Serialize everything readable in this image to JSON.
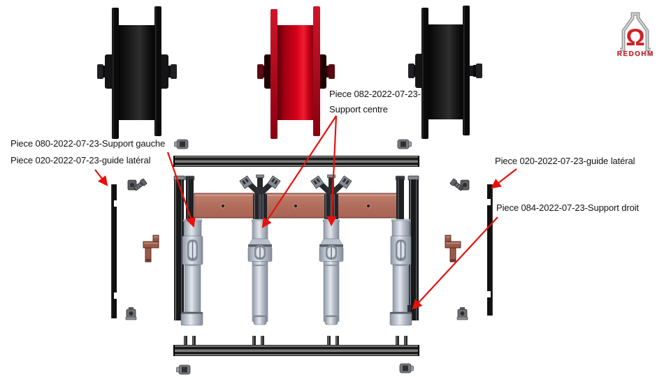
{
  "page": {
    "background": "#ffffff",
    "description": "Exploded CAD assembly drawing of a three-spool filament holder with callout labels"
  },
  "callouts": {
    "support_gauche": "Piece 080-2022-07-23-Support gauche",
    "guide_lateral_left": "Piece 020-2022-07-23-guide latéral",
    "support_centre_line1": "Piece 082-2022-07-23-",
    "support_centre_line2": "Support centre",
    "guide_lateral_right": "Piece 020-2022-07-23-guide latéral",
    "support_droit": "Piece 084-2022-07-23-Support droit"
  },
  "logo": {
    "brand": "REDOHM",
    "omega": "Ω"
  },
  "colors": {
    "callout_arrow": "#e8100c",
    "spool_red": "#cc0018",
    "spool_black": "#0b0b0c",
    "panel_terracotta": "#b5705e",
    "frame_dark": "#1b1b1b",
    "metal_light": "#c6cdd6",
    "bracket_copper": "#9c5a49",
    "logo_red": "#cf2026",
    "logo_gray": "#9b9b9e"
  },
  "parts": {
    "spools": [
      "spool-black-left",
      "spool-red-centre",
      "spool-black-right"
    ],
    "frame": [
      "top-rail",
      "bottom-rail",
      "guide-plate-left",
      "guide-plate-right",
      "mounting-panel",
      "support-column-left",
      "support-column-centre-1",
      "support-column-centre-2",
      "support-column-right"
    ]
  }
}
